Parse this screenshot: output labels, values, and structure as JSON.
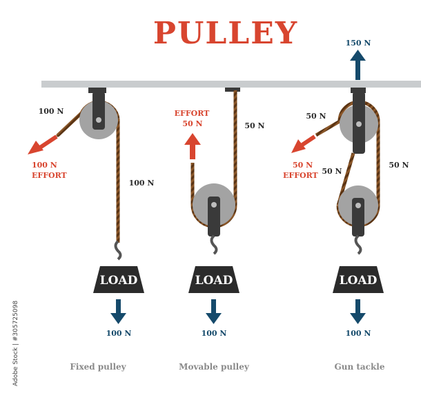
{
  "title": "PULLEY",
  "watermark": "Adobe Stock | #305725098",
  "colors": {
    "accent": "#d8452f",
    "arrow_blue": "#154a6b",
    "rope": "#7a4a22",
    "pulley": "#9a9a9a",
    "load": "#2b2b2b"
  },
  "fixed": {
    "caption": "Fixed pulley",
    "rope_label_left": "100 N",
    "rope_label_right": "100 N",
    "effort_value": "100 N",
    "effort_word": "EFFORT",
    "load_label": "LOAD",
    "load_force": "100 N"
  },
  "movable": {
    "caption": "Movable pulley",
    "effort_word": "EFFORT",
    "effort_value": "50 N",
    "rope_label_right": "50 N",
    "load_label": "LOAD",
    "load_force": "100 N"
  },
  "gun": {
    "caption": "Gun tackle",
    "top_force": "150 N",
    "rope_label_top_left": "50 N",
    "rope_label_mid": "50 N",
    "rope_label_right": "50 N",
    "effort_value": "50 N",
    "effort_word": "EFFORT",
    "load_label": "LOAD",
    "load_force": "100 N"
  }
}
